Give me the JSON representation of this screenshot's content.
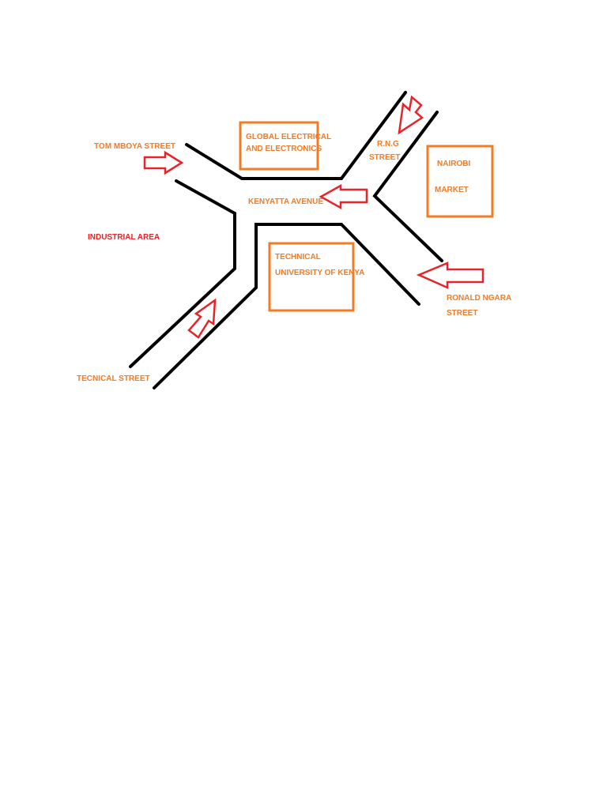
{
  "colors": {
    "road": "#000000",
    "arrow_outline": "#e8232a",
    "building_outline": "#f37b26",
    "street_label": "#f37b26",
    "area_label": "#e8232a"
  },
  "labels": {
    "tom_mboya": "TOM MBOYA STREET",
    "global_electrical_line1": "GLOBAL ELECTRICAL",
    "global_electrical_line2": "AND ELECTRONICS",
    "rng_line1": "R.N.G",
    "rng_line2": "STREET",
    "nairobi_line1": "NAIROBI",
    "nairobi_line2": "MARKET",
    "kenyatta": "KENYATTA AVENUE",
    "industrial_area": "INDUSTRIAL AREA",
    "tuk_line1": "TECHNICAL",
    "tuk_line2": "UNIVERSITY OF KENYA",
    "ronald_ngara_line1": "RONALD NGARA",
    "ronald_ngara_line2": "STREET",
    "tecnical_street": "TECNICAL STREET"
  },
  "icons": [
    "direction-arrow-icon"
  ]
}
